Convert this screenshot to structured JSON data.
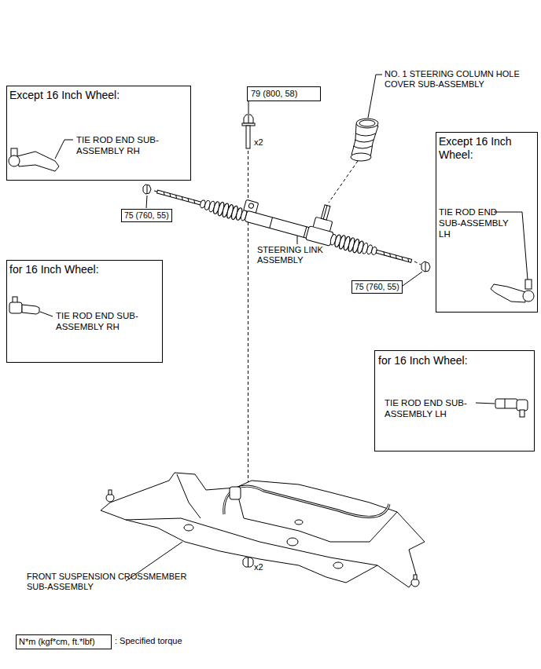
{
  "diagram": {
    "nodes": [
      {
        "text": [
          "79 (800, 58)"
        ]
      },
      {
        "text": [
          "Except 16 Inch Wheel:",
          "TIE ROD END SUB- ASSEMBLY RH"
        ]
      },
      {
        "text": [
          "Except 16 Inch Wheel:",
          "TIE ROD END SUB-ASSEMBLY LH"
        ]
      },
      {
        "text": [
          "75 (760, 55)"
        ]
      },
      {
        "text": [
          "for 16 Inch Wheel:",
          "TIE ROD END SUB- ASSEMBLY RH"
        ]
      },
      {
        "text": [
          "75 (760, 55)"
        ]
      },
      {
        "text": [
          "for 16 Inch Wheel:",
          "TIE ROD END SUB- ASSEMBLY LH"
        ]
      },
      {
        "text": [
          "N*m (kgf*cm, ft.*lbf)"
        ]
      }
    ],
    "labels": [
      "NO. 1 STEERING COLUMN HOLE COVER SUB-ASSEMBLY",
      "x2",
      "STEERING LINK ASSEMBLY",
      "x2",
      "FRONT SUSPENSION CROSSMEMBER SUB-ASSEMBLY",
      ": Specified torque"
    ]
  }
}
